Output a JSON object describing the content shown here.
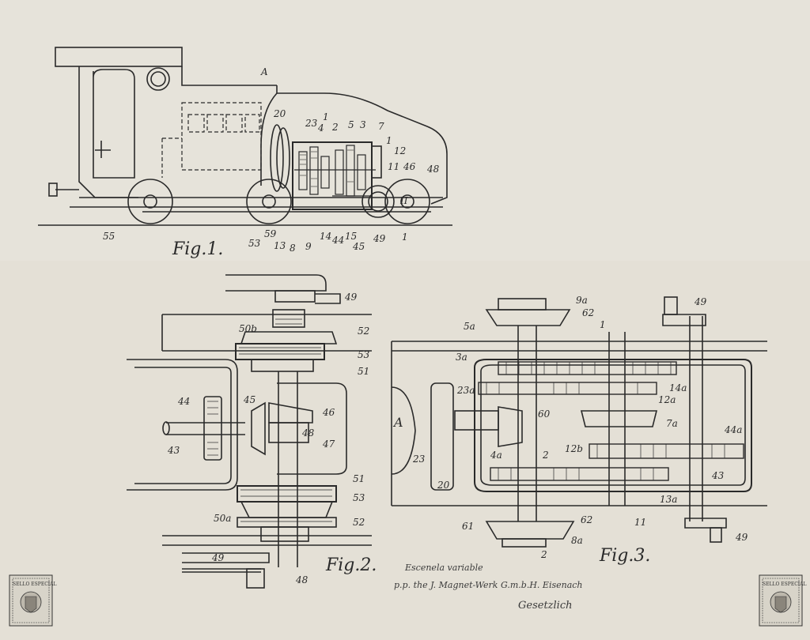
{
  "figures": {
    "fig1": {
      "caption": "Fig.1.",
      "labels": [
        "A",
        "20",
        "23",
        "4",
        "1",
        "2",
        "5",
        "3",
        "7",
        "1",
        "12",
        "11",
        "46",
        "48",
        "II",
        "55",
        "59",
        "53",
        "13",
        "8",
        "9",
        "14",
        "44",
        "15",
        "45",
        "49",
        "1"
      ]
    },
    "fig2": {
      "caption": "Fig.2.",
      "labels": [
        "49",
        "50b",
        "52",
        "53",
        "51",
        "44",
        "45",
        "46",
        "48",
        "43",
        "47",
        "51",
        "53",
        "50a",
        "52",
        "49",
        "48"
      ]
    },
    "fig3": {
      "caption": "Fig.3.",
      "labels": [
        "49",
        "9a",
        "62",
        "1",
        "5a",
        "3a",
        "23a",
        "12a",
        "14a",
        "A",
        "60",
        "7a",
        "44a",
        "4a",
        "2",
        "12b",
        "23",
        "20",
        "43",
        "61",
        "62",
        "11",
        "13a",
        "8a",
        "2",
        "49"
      ]
    }
  },
  "handwriting": {
    "line1": "Escenela variable",
    "line2": "p.p. the J. Magnet-Werk G.m.b.H. Eisenach",
    "signature": "Gesetzlich"
  },
  "stamps": {
    "left": {
      "text": "SELLO ESPECIAL"
    },
    "right": {
      "text": "SELLO ESPECIAL"
    }
  },
  "colors": {
    "paper": "#e4e0d6",
    "ink": "#2a2a2a"
  }
}
